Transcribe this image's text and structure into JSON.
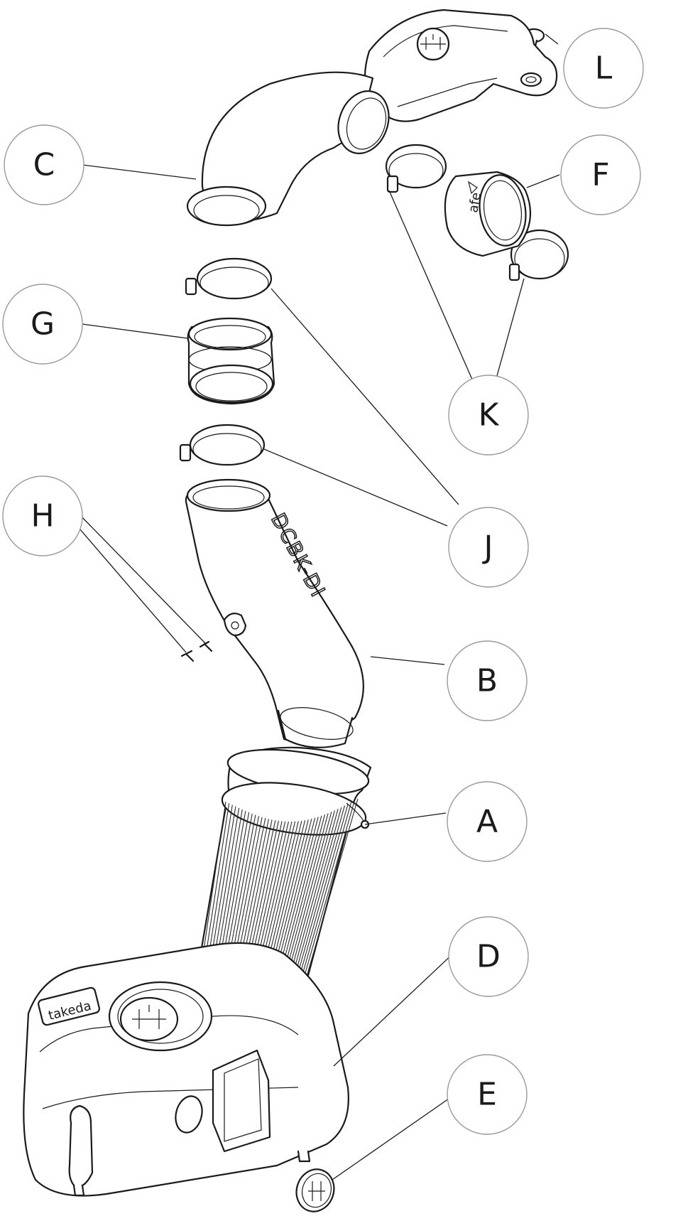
{
  "callouts": [
    {
      "id": "A",
      "label": "A"
    },
    {
      "id": "B",
      "label": "B"
    },
    {
      "id": "C",
      "label": "C"
    },
    {
      "id": "D",
      "label": "D"
    },
    {
      "id": "E",
      "label": "E"
    },
    {
      "id": "F",
      "label": "F"
    },
    {
      "id": "G",
      "label": "G"
    },
    {
      "id": "H",
      "label": "H"
    },
    {
      "id": "J",
      "label": "J"
    },
    {
      "id": "K",
      "label": "K"
    },
    {
      "id": "L",
      "label": "L"
    }
  ],
  "markings": {
    "tube_brand": "DCBK-DI",
    "box_logo": "takeda"
  }
}
